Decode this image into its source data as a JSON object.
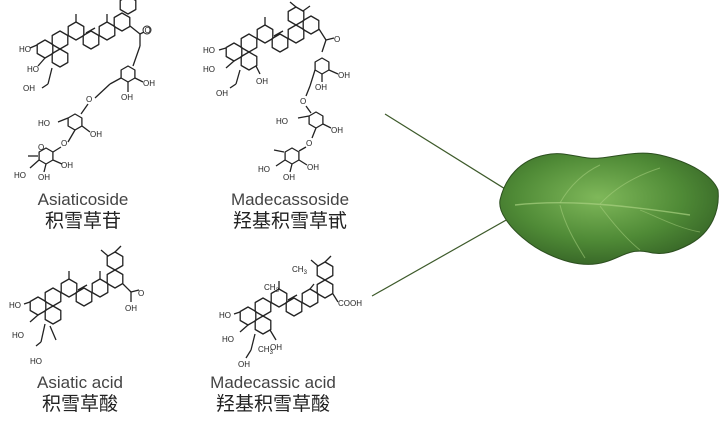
{
  "compounds": [
    {
      "name_en": "Asiaticoside",
      "name_zh": "积雪草苷"
    },
    {
      "name_en": "Madecassoside",
      "name_zh": "羟基积雪草甙"
    },
    {
      "name_en": "Asiatic acid",
      "name_zh": "积雪草酸"
    },
    {
      "name_en": "Madecassic acid",
      "name_zh": "羟基积雪草酸"
    }
  ],
  "structure_labels": {
    "ho": "HO",
    "oh": "OH",
    "o": "O",
    "cooh": "COOH",
    "ch3": "CH",
    "ch3_sub": "3"
  },
  "colors": {
    "leaf_dark": "#3d6e2c",
    "leaf_light": "#6fa84a",
    "connector": "#3d5a2a"
  }
}
